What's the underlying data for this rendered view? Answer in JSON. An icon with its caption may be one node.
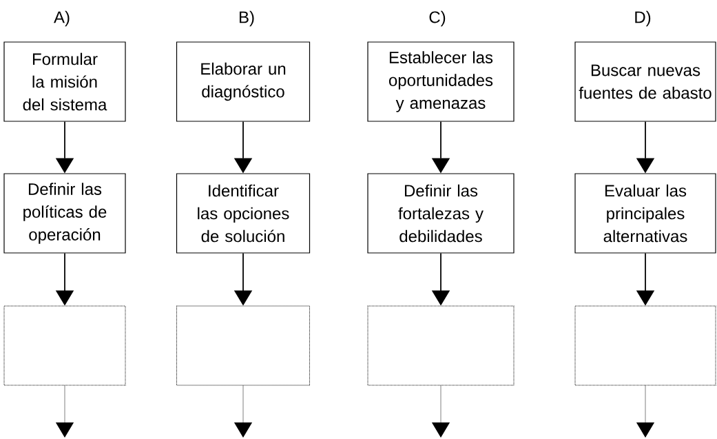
{
  "diagram": {
    "nodes": [
      {
        "text": [
          "Formular la misión del sistema"
        ]
      },
      {
        "text": [
          "Definir las políticas de operación"
        ]
      },
      {
        "text": [],
        "shape": "box"
      },
      {
        "text": [
          "Elaborar un diagnóstico"
        ]
      },
      {
        "text": [
          "Identificar las opciones de solución"
        ]
      },
      {
        "text": [],
        "shape": "box"
      },
      {
        "text": [
          "Establecer las oportunidades y amenazas"
        ]
      },
      {
        "text": [
          "Definir las fortalezas y debilidades"
        ]
      },
      {
        "text": [],
        "shape": "box"
      },
      {
        "text": [
          "Buscar nuevas fuentes de abasto"
        ]
      },
      {
        "text": [
          "Evaluar las principales alternativas"
        ]
      },
      {
        "text": [],
        "shape": "box"
      }
    ],
    "edges": [
      {
        "from": 0,
        "to": 1,
        "arrow": "to"
      },
      {
        "from": 1,
        "to": 2,
        "arrow": "to"
      },
      {
        "from": 2,
        "to": null,
        "arrow": "to",
        "style": "dashed"
      },
      {
        "from": 3,
        "to": 4,
        "arrow": "to"
      },
      {
        "from": 4,
        "to": 5,
        "arrow": "to"
      },
      {
        "from": 5,
        "to": null,
        "arrow": "to",
        "style": "dashed"
      },
      {
        "from": 6,
        "to": 7,
        "arrow": "to"
      },
      {
        "from": 7,
        "to": 8,
        "arrow": "to"
      },
      {
        "from": 8,
        "to": null,
        "arrow": "to",
        "style": "dashed"
      },
      {
        "from": 9,
        "to": 10,
        "arrow": "to"
      },
      {
        "from": 10,
        "to": 11,
        "arrow": "to"
      },
      {
        "from": 11,
        "to": null,
        "arrow": "to",
        "style": "dashed"
      }
    ],
    "labels": [
      "A)",
      "B)",
      "C)",
      "D)"
    ]
  }
}
